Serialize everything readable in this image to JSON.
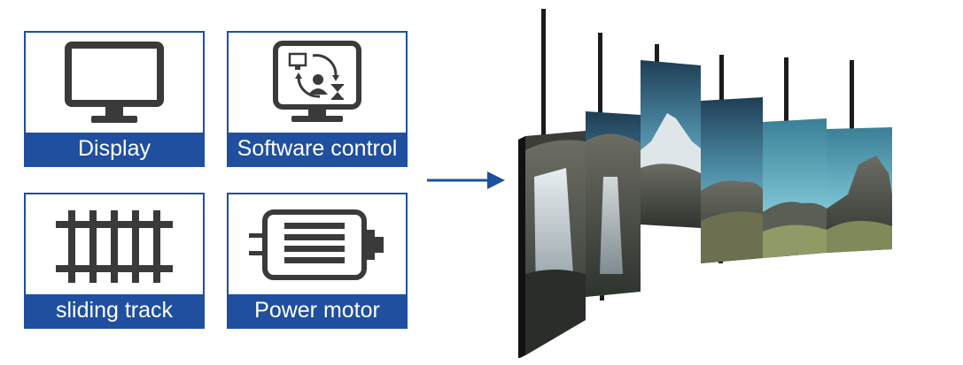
{
  "cards": [
    {
      "key": "display",
      "label": "Display",
      "icon": "monitor-icon"
    },
    {
      "key": "software",
      "label": "Software control",
      "icon": "software-control-icon"
    },
    {
      "key": "track",
      "label": "sliding track",
      "icon": "sliding-track-icon"
    },
    {
      "key": "motor",
      "label": "Power motor",
      "icon": "power-motor-icon"
    }
  ],
  "colors": {
    "accent": "#1f4f9e",
    "icon": "#3a3a3a",
    "arrow": "#1f4f9e"
  }
}
